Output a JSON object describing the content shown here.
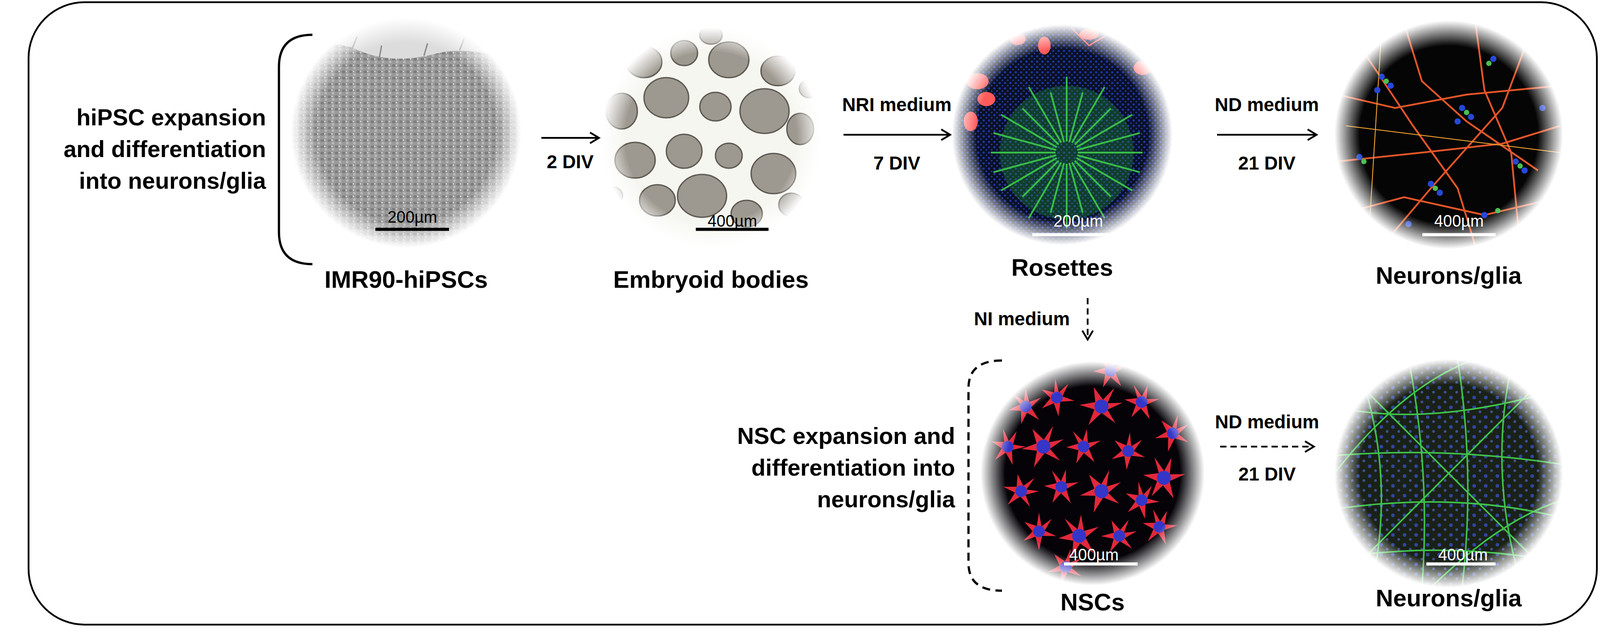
{
  "diagram": {
    "nodes": [
      {
        "text": [
          "IMR90-hiPSCs",
          "200µm"
        ]
      },
      {
        "text": [
          "Embryoid bodies",
          "400µm"
        ]
      },
      {
        "text": [
          "Rosettes",
          "200µm"
        ]
      },
      {
        "text": [
          "Neurons/glia",
          "400µm"
        ]
      },
      {
        "text": [
          "NSCs",
          "400µm"
        ]
      },
      {
        "text": [
          "Neurons/glia",
          "400µm"
        ]
      }
    ],
    "edges": [
      {
        "from": 0,
        "to": 1,
        "arrow": "to",
        "label": "2 DIV"
      },
      {
        "from": 1,
        "to": 2,
        "arrow": "to",
        "label": "NRI medium"
      },
      {
        "from": 2,
        "to": 3,
        "arrow": "to",
        "label": "ND medium"
      },
      {
        "from": 2,
        "to": 4,
        "arrow": "to",
        "label": "NI medium"
      },
      {
        "from": 4,
        "to": 5,
        "arrow": "to",
        "label": "ND medium"
      }
    ],
    "labels": [
      "hiPSC expansion and differentiation into neurons/glia",
      "7 DIV",
      "21 DIV",
      "NSC expansion and differentiation into neurons/glia",
      "21 DIV"
    ]
  }
}
